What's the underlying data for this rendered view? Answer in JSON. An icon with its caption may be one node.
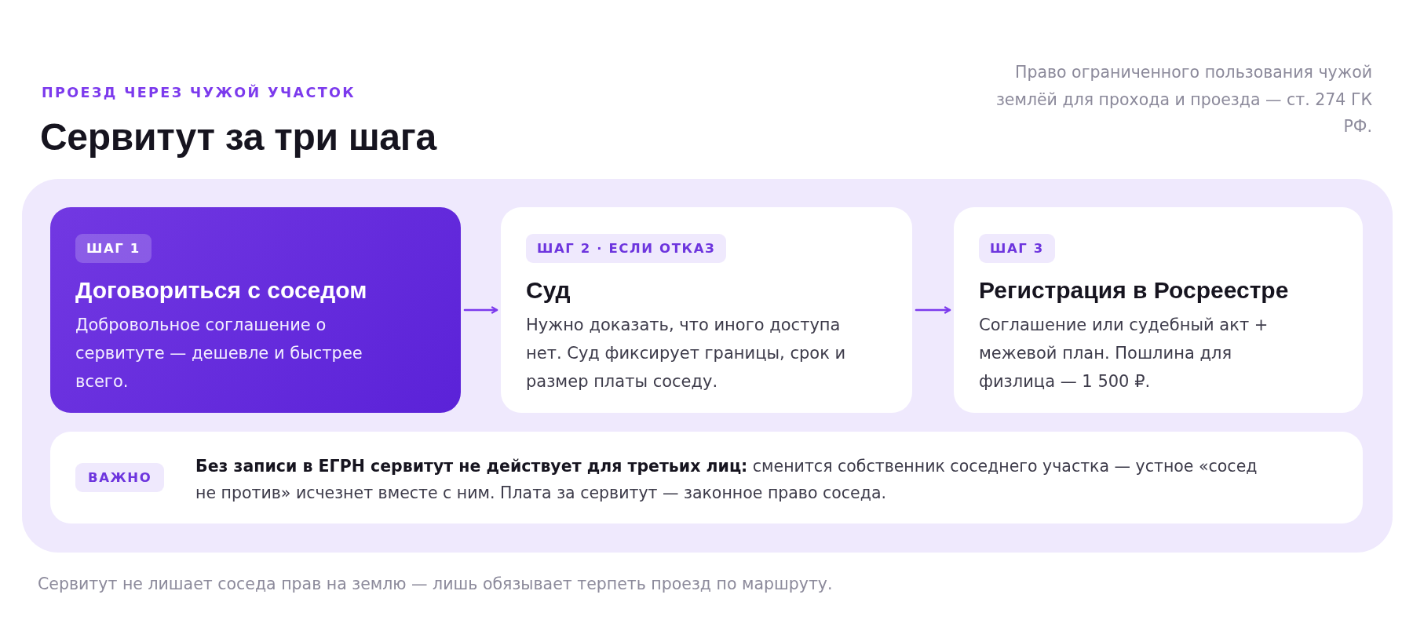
{
  "diagram": {
    "title": "Сервитут за три шага",
    "caption": "Сервитут не лишает соседа прав на землю — лишь обязывает терпеть проезд по маршруту.",
    "nodes": [
      {
        "text": [],
        "shape": "box"
      },
      {
        "text": [
          "ШАГ 1",
          "Договориться с соседом",
          "Добровольное соглашение о сервитуте — дешевле и быстрее всего."
        ],
        "in": 0
      },
      {
        "text": [
          "ШАГ 2 · ЕСЛИ ОТКАЗ",
          "Суд",
          "Нужно доказать, что иного доступа нет. Суд фиксирует границы, срок и размер платы соседу."
        ],
        "in": 0
      },
      {
        "text": [
          "ШАГ 3",
          "Регистрация в Росреестре",
          "Соглашение или судебный акт + межевой план. Пошлина для физлица — 1 500 ₽."
        ],
        "in": 0
      },
      {
        "text": [
          "ВАЖНО",
          "**Без записи в ЕГРН сервитут не действует для третьих лиц:** сменится собственник соседнего участка — устное «сосед не против» исчезнет вместе с ним. Плата за сервитут — законное право соседа."
        ],
        "in": 0
      }
    ],
    "edges": [
      {
        "from": 1,
        "to": 2,
        "arrow": "to"
      },
      {
        "from": 2,
        "to": 3,
        "arrow": "to"
      }
    ],
    "labels": [
      "ПРОЕЗД ЧЕРЕЗ ЧУЖОЙ УЧАСТОК",
      "Право ограниченного пользования чужой землёй для прохода и проезда — ст. 274 ГК РФ."
    ]
  }
}
